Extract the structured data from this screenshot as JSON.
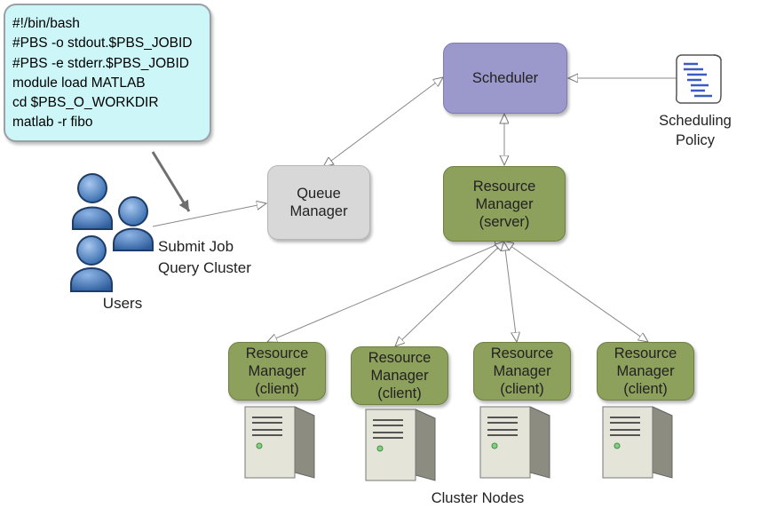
{
  "script_box": {
    "lines": [
      "#!/bin/bash",
      "#PBS -o stdout.$PBS_JOBID",
      "#PBS -e stderr.$PBS_JOBID",
      "module load MATLAB",
      "cd $PBS_O_WORKDIR",
      "matlab -r fibo"
    ],
    "background": "#ccf6f8"
  },
  "nodes": {
    "scheduler": "Scheduler",
    "queue_manager": "Queue\nManager",
    "resource_manager_server": "Resource\nManager\n(server)",
    "resource_manager_clients": [
      "Resource\nManager\n(client)",
      "Resource\nManager\n(client)",
      "Resource\nManager\n(client)",
      "Resource\nManager\n(client)"
    ]
  },
  "labels": {
    "scheduling_policy": "Scheduling\nPolicy",
    "users": "Users",
    "user_actions": "Submit Job\nQuery Cluster",
    "cluster_nodes": "Cluster Nodes"
  },
  "icons": [
    "users-icon",
    "scheduling-policy-document-icon",
    "server-tower-icon"
  ],
  "colors": {
    "scheduler": "#9b98cc",
    "queue_manager": "#d8d8d8",
    "resource_manager": "#8da05c",
    "script_box": "#ccf6f8",
    "users": "#4f86c6"
  }
}
